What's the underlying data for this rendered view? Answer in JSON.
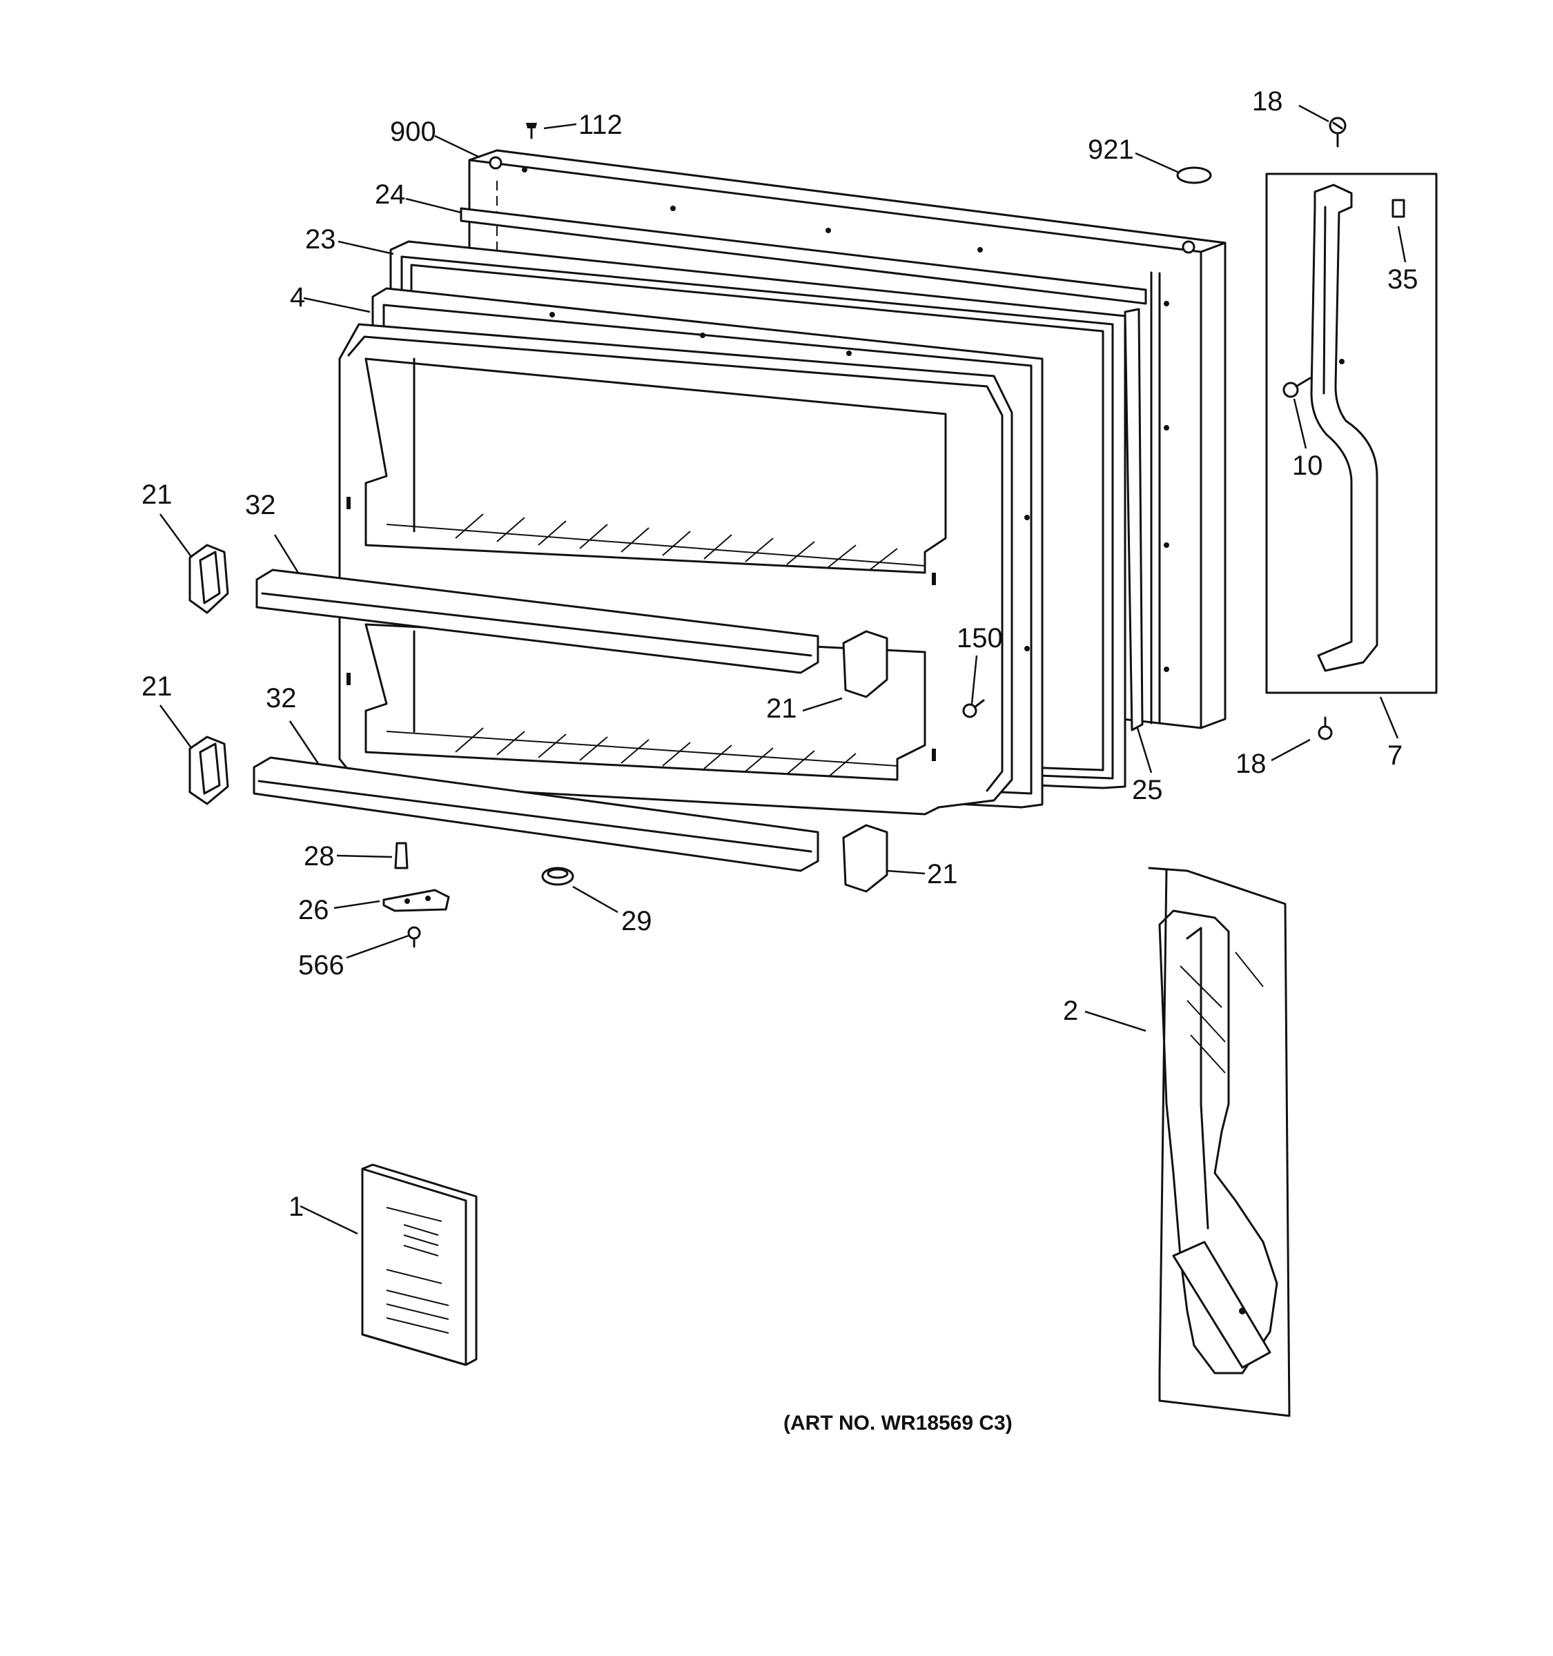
{
  "callouts": {
    "c900": "900",
    "c112": "112",
    "c921": "921",
    "c18_top": "18",
    "c24": "24",
    "c23": "23",
    "c4": "4",
    "c35": "35",
    "c10": "10",
    "c21_a": "21",
    "c32_a": "32",
    "c150": "150",
    "c21_b": "21",
    "c21_c": "21",
    "c32_b": "32",
    "c25": "25",
    "c18_bot": "18",
    "c7": "7",
    "c28": "28",
    "c21_d": "21",
    "c26": "26",
    "c29": "29",
    "c566": "566",
    "c2": "2",
    "c1": "1"
  },
  "art_number": "(ART NO. WR18569 C3)"
}
